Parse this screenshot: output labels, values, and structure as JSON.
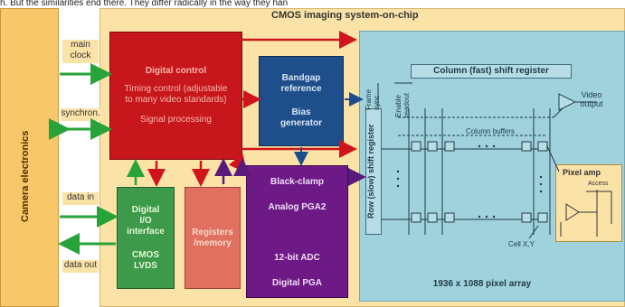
{
  "header_text": "h. But the similarities end there. They differ radically in the way they han",
  "camera": {
    "label": "Camera electronics"
  },
  "chip": {
    "title": "CMOS imaging system-on-chip"
  },
  "signals": {
    "main_clock": "main clock",
    "synchron": "synchron.",
    "data_in": "data in",
    "data_out": "data out"
  },
  "digital_control": {
    "title": "Digital control",
    "timing": "Timing control (adjustable to many video standards)",
    "signal": "Signal processing"
  },
  "bandgap": {
    "ref": "Bandgap reference",
    "bias": "Bias generator"
  },
  "analog": {
    "black_clamp": "Black-clamp",
    "pga2": "Analog PGA2",
    "adc": "12-bit ADC",
    "dpga": "Digital PGA"
  },
  "dio": {
    "title": "Digital I/O interface",
    "std": "CMOS LVDS"
  },
  "registers": {
    "label": "Registers /memory"
  },
  "pixel_array": {
    "label": "1936 x 1088 pixel array",
    "column_register": "Column (fast) shift register",
    "row_register": "Row (slow) shift register",
    "column_buffers": "Column buffers",
    "frame_sync": "Frame sync",
    "enable_readout": "Enable readout",
    "video_output": "Video output",
    "cell": "Cell X,Y",
    "pixel_amp": "Pixel amp",
    "access": "Access"
  },
  "colors": {
    "camera": "#f7c76a",
    "chip": "#fbe3a8",
    "pixel_array": "#9fd2dd",
    "digital_control": "#c8161d",
    "bandgap": "#1f4f8a",
    "analog": "#6e1a86",
    "dio": "#3c9a4a",
    "registers": "#e07060",
    "arrow_green": "#27a33a",
    "arrow_red": "#d0141b",
    "arrow_purple": "#5a1a7c",
    "arrow_blue": "#1d4e8c"
  }
}
